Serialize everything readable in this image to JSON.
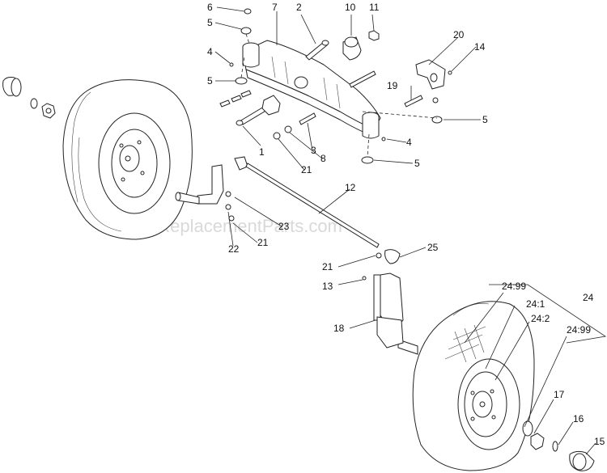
{
  "watermark": "eReplacementParts.com",
  "callouts": [
    {
      "id": "c1",
      "text": "6"
    },
    {
      "id": "c2",
      "text": "7"
    },
    {
      "id": "c3",
      "text": "2"
    },
    {
      "id": "c4",
      "text": "10"
    },
    {
      "id": "c5",
      "text": "11"
    },
    {
      "id": "c6",
      "text": "5"
    },
    {
      "id": "c7",
      "text": "4"
    },
    {
      "id": "c8",
      "text": "5"
    },
    {
      "id": "c9",
      "text": "20"
    },
    {
      "id": "c10",
      "text": "14"
    },
    {
      "id": "c11",
      "text": "19"
    },
    {
      "id": "c12",
      "text": "5"
    },
    {
      "id": "c13",
      "text": "4"
    },
    {
      "id": "c14",
      "text": "5"
    },
    {
      "id": "c15",
      "text": "3"
    },
    {
      "id": "c16",
      "text": "8"
    },
    {
      "id": "c17",
      "text": "1"
    },
    {
      "id": "c18",
      "text": "21"
    },
    {
      "id": "c19",
      "text": "12"
    },
    {
      "id": "c20",
      "text": "23"
    },
    {
      "id": "c21",
      "text": "22"
    },
    {
      "id": "c22",
      "text": "21"
    },
    {
      "id": "c23",
      "text": "25"
    },
    {
      "id": "c24",
      "text": "21"
    },
    {
      "id": "c25",
      "text": "13"
    },
    {
      "id": "c26",
      "text": "18"
    },
    {
      "id": "c27",
      "text": "24:99"
    },
    {
      "id": "c28",
      "text": "24:1"
    },
    {
      "id": "c29",
      "text": "24"
    },
    {
      "id": "c30",
      "text": "24:2"
    },
    {
      "id": "c31",
      "text": "24:99"
    },
    {
      "id": "c32",
      "text": "17"
    },
    {
      "id": "c33",
      "text": "16"
    },
    {
      "id": "c34",
      "text": "15"
    }
  ]
}
